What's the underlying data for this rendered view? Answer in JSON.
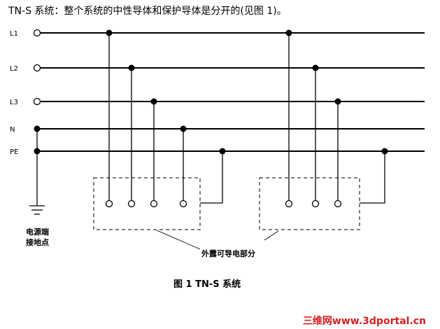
{
  "heading": "TN-S 系统：整个系统的中性导体和保护导体是分开的(见图 1)。",
  "conductors": [
    {
      "id": "l1",
      "label": "L1"
    },
    {
      "id": "l2",
      "label": "L2"
    },
    {
      "id": "l3",
      "label": "L3"
    },
    {
      "id": "n",
      "label": "N"
    },
    {
      "id": "pe",
      "label": "PE"
    }
  ],
  "grounding_label_line1": "电源端",
  "grounding_label_line2": "接地点",
  "exposed_parts_label": "外露可导电部分",
  "caption": "图 1   TN-S 系统",
  "watermark": "三维网www.3dportal.cn",
  "watermark_color": "#d42020"
}
